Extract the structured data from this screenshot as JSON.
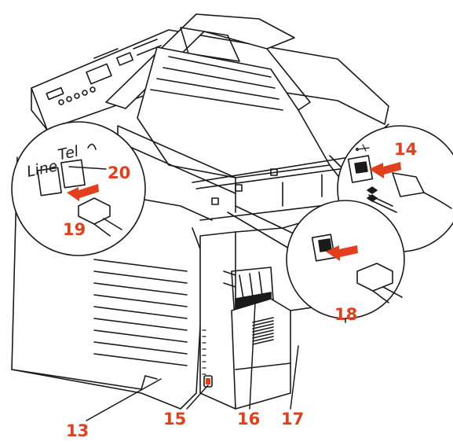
{
  "colors": {
    "callout": "#e2401c",
    "line": "#1a1a1a",
    "body": "#ffffff",
    "shade": "#eeeeee"
  },
  "callouts": [
    {
      "number": "13"
    },
    {
      "number": "14"
    },
    {
      "number": "15"
    },
    {
      "number": "16"
    },
    {
      "number": "17"
    },
    {
      "number": "18"
    },
    {
      "number": "19"
    },
    {
      "number": "20"
    }
  ],
  "port_labels": {
    "line": "Line",
    "tel": "Tel"
  },
  "icons": {
    "usb": "usb-icon"
  }
}
